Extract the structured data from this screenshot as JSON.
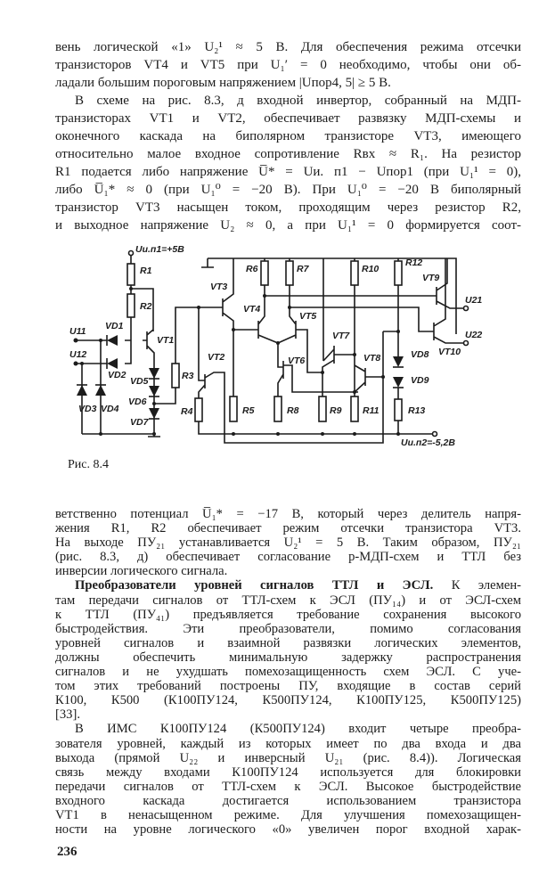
{
  "paragraph1": [
    "вень логической «1» U₂¹ ≈ 5 В. Для обеспечения режима отсечки",
    "транзисторов VT4 и VT5 при U₁′ = 0 необходимо, чтобы они об-",
    "ладали большим пороговым напряжением |Uпор4, 5| ≥ 5 В.",
    "В схеме на рис. 8.3, д входной инвертор, собранный на МДП-",
    "транзисторах VT1 и VT2, обеспечивает развязку МДП-схемы и",
    "оконечного каскада на биполярном транзисторе VT3, имеющего",
    "относительно малое входное сопротивление Rвх ≈ R₁. На резистор",
    "R1 подается либо напряжение U̅* = Uи. п1 − Uпор1 (при U₁¹ = 0),",
    "либо U̅₁* ≈ 0 (при U₁⁰ = −20 В). При U₁⁰ = −20 В биполярный",
    "транзистор VT3 насыщен током, проходящим через резистор R2,",
    "и выходное напряжение U₂ ≈ 0, а при U₁¹ = 0 формируется соот-"
  ],
  "figure": {
    "caption": "Рис. 8.4",
    "labels": {
      "supply_pos": "Uи.п1=+5В",
      "supply_neg": "Uи.п2=-5,2В",
      "in1": "U11",
      "in2": "U12",
      "out1": "U21",
      "out2": "U22",
      "R1": "R1",
      "R2": "R2",
      "R3": "R3",
      "R4": "R4",
      "R5": "R5",
      "R6": "R6",
      "R7": "R7",
      "R8": "R8",
      "R9": "R9",
      "R10": "R10",
      "R11": "R11",
      "R12": "R12",
      "R13": "R13",
      "VT1": "VT1",
      "VT2": "VT2",
      "VT3": "VT3",
      "VT4": "VT4",
      "VT5": "VT5",
      "VT6": "VT6",
      "VT7": "VT7",
      "VT8": "VT8",
      "VT9": "VT9",
      "VT10": "VT10",
      "VD1": "VD1",
      "VD2": "VD2",
      "VD3": "VD3",
      "VD4": "VD4",
      "VD5": "VD5",
      "VD6": "VD6",
      "VD7": "VD7",
      "VD8": "VD8",
      "VD9": "VD9"
    }
  },
  "paragraph2": [
    "ветственно потенциал U̅₁* = −17 В, который через делитель напря-",
    "жения R1, R2 обеспечивает режим отсечки транзистора VT3.",
    "На выходе ПУ₂₁ устанавливается U₂¹ = 5 В. Таким образом, ПУ₂₁",
    "(рис. 8.3, д) обеспечивает согласование p-МДП-схем и ТТЛ без",
    "инверсии логического сигнала.",
    "Преобразователи уровней сигналов ТТЛ и ЭСЛ. К элемен-",
    "там передачи сигналов от ТТЛ-схем к ЭСЛ (ПУ₁₄) и от ЭСЛ-схем",
    "к ТТЛ (ПУ₄₁) предъявляется требование сохранения высокого",
    "быстродействия. Эти преобразователи, помимо согласования",
    "уровней сигналов и взаимной развязки логических элементов,",
    "должны обеспечить минимальную задержку распространения",
    "сигналов и не ухудшать помехозащищенность схем ЭСЛ. С уче-",
    "том этих требований построены ПУ, входящие в состав серий",
    "К100, К500 (К100ПУ124, К500ПУ124, К100ПУ125, К500ПУ125)",
    "[33].",
    "В ИМС К100ПУ124 (К500ПУ124) входит четыре преобра-",
    "зователя уровней, каждый из которых имеет по два входа и два",
    "выхода (прямой U₂₂ и инверсный U₂₁ (рис. 8.4)). Логическая",
    "связь между входами К100ПУ124 используется для блокировки",
    "передачи сигналов от ТТЛ-схем к ЭСЛ. Высокое быстродействие",
    "входного каскада достигается использованием транзистора",
    "VT1 в ненасыщенном режиме. Для улучшения помехозащищен-",
    "ности на уровне логического «0» увеличен порог входной харак-"
  ],
  "heading_inline": "Преобразователи уровней сигналов ТТЛ и ЭСЛ.",
  "page_number": "236"
}
